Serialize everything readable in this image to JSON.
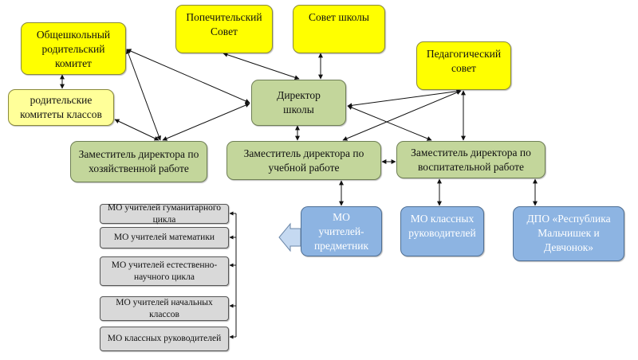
{
  "nodes": {
    "parent_committee": "Общешкольный родительский комитет",
    "class_committees": "родительские комитеты классов",
    "board_trustees": "Попечительский Совет",
    "school_council": "Совет школы",
    "ped_council": "Педагогический совет",
    "director": "Директор школы",
    "deputy_econ": "Заместитель директора по хозяйственной работе",
    "deputy_edu": "Заместитель директора по учебной работе",
    "deputy_upbr": "Заместитель директора по воспитательной работе",
    "mo_subject": "МО учителей-предметников",
    "mo_class": "МО классных руководителей",
    "dpo": "ДПО «Республика Мальчишек и Девчонок»"
  },
  "mo_list": [
    "МО учителей гуманитарного цикла",
    "МО учителей математики",
    "МО учителей естественно-научного цикла",
    "МО учителей начальных классов",
    "МО классных руководителей"
  ],
  "colors": {
    "yellow": "#ffff00",
    "light_yellow": "#ffff99",
    "green": "#c3d69b",
    "blue": "#8db4e2",
    "gray": "#d9d9d9"
  }
}
